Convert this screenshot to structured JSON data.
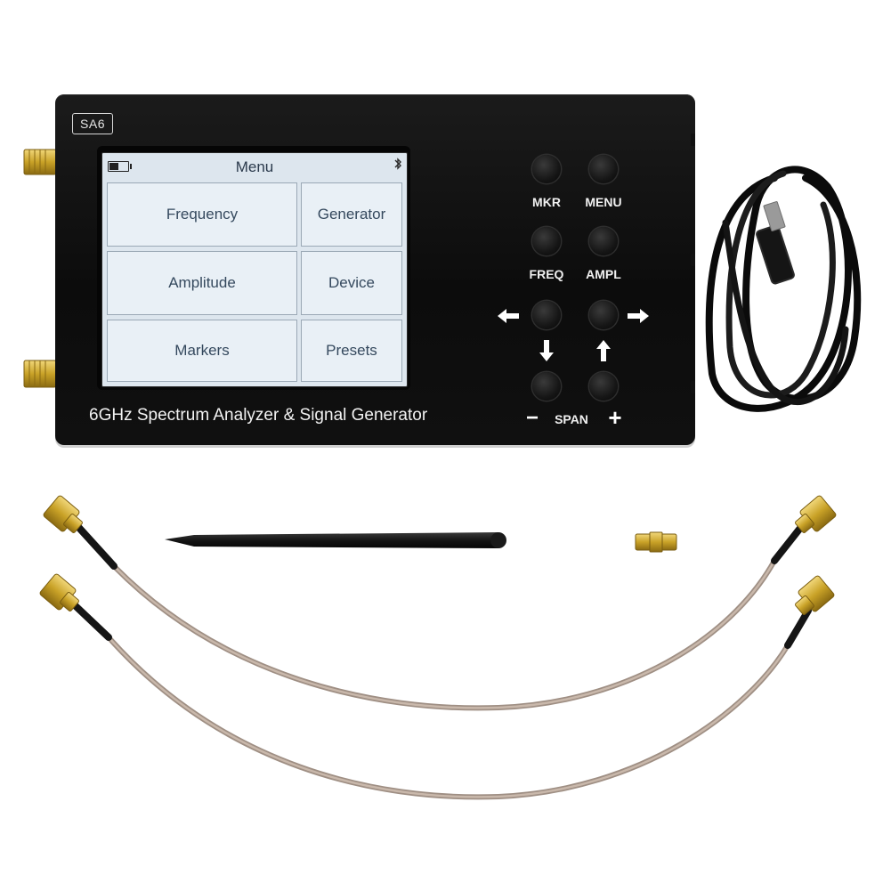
{
  "device": {
    "model_badge": "SA6",
    "caption": "6GHz Spectrum Analyzer & Signal Generator",
    "screen": {
      "title": "Menu",
      "tiles": [
        "Frequency",
        "Generator",
        "Amplitude",
        "Device",
        "Markers",
        "Presets"
      ]
    },
    "keys": {
      "mkr": "MKR",
      "menu": "MENU",
      "freq": "FREQ",
      "ampl": "AMPL",
      "span": "SPAN",
      "minus": "−",
      "plus": "+"
    }
  },
  "icons": {
    "left": "arrow-left-icon",
    "right": "arrow-right-icon",
    "down": "arrow-down-icon",
    "up": "arrow-up-icon",
    "battery": "battery-icon",
    "bluetooth": "bluetooth-icon"
  },
  "colors": {
    "device_body": "#111111",
    "screen_bg": "#dde6ee",
    "connector_gold": "#c9a227",
    "cable_beige": "#b9a79a"
  }
}
